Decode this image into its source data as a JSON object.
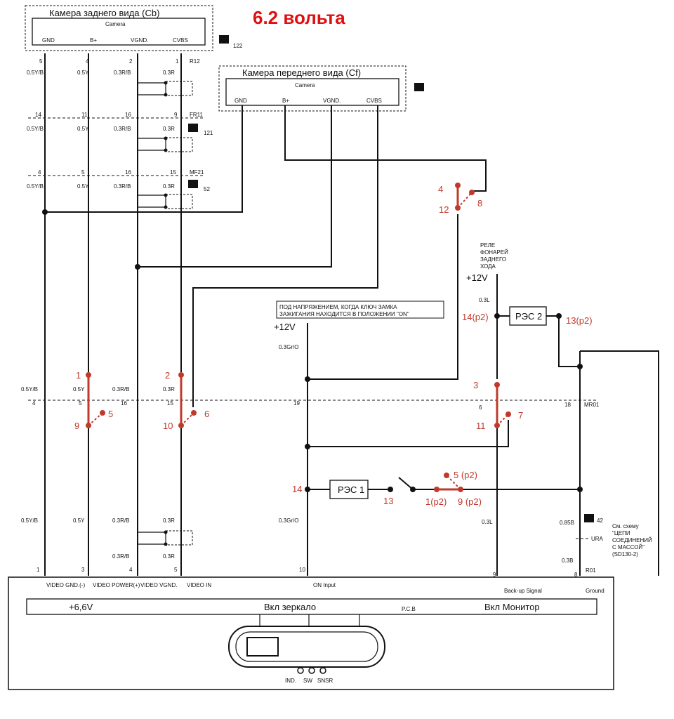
{
  "title": "6.2 вольта",
  "rear_camera": {
    "label": "Камера заднего вида (Cb)",
    "camera_label": "Camera",
    "pins": [
      "GND",
      "B+",
      "VGND.",
      "CVBS"
    ],
    "pin_numbers": [
      "5",
      "4",
      "2",
      "1"
    ],
    "connector": "R12",
    "ref": "122"
  },
  "front_camera": {
    "label": "Камера переднего вида (Cf)",
    "camera_label": "Camera",
    "pins": [
      "GND",
      "B+",
      "VGND.",
      "CVBS"
    ]
  },
  "wires": {
    "gnd": "0.5Y/B",
    "power": "0.5Y",
    "vgnd": "0.3R/B",
    "video": "0.3R",
    "on": "0.3Gr/O",
    "backup": "0.3L",
    "ground_wire": "0.85B",
    "ground_wire2": "0.3B"
  },
  "connectors": {
    "fr11": {
      "name": "FR11",
      "pins": [
        "14",
        "11",
        "16",
        "9"
      ],
      "ref": "121"
    },
    "mf21": {
      "name": "MF21",
      "pins": [
        "4",
        "5",
        "16",
        "15"
      ],
      "ref": "52"
    },
    "mr01": {
      "name": "MR01",
      "pins": [
        "4",
        "5",
        "16",
        "15",
        "19",
        "6",
        "18"
      ]
    },
    "r01": {
      "name": "R01",
      "pins": [
        "1",
        "3",
        "4",
        "5",
        "10",
        "9",
        "8"
      ]
    },
    "ref42": "42"
  },
  "relay_lamp": {
    "label_lines": [
      "РЕЛЕ",
      "ФОНАРЕЙ",
      "ЗАДНЕГО",
      "ХОДА"
    ],
    "voltage": "+12V"
  },
  "ignition": {
    "label_lines": [
      "ПОД НАПРЯЖЕНИЕМ, КОГДА КЛЮЧ ЗАМКА",
      "ЗАЖИГАНИЯ НАХОДИТСЯ В ПОЛОЖЕНИИ \"ON\""
    ],
    "voltage": "+12V"
  },
  "relays": {
    "rec1": "РЭС 1",
    "rec2": "РЭС 2"
  },
  "ground_note": {
    "label": "URA",
    "lines": [
      "См. схему",
      "\"ЦЕПИ",
      "СОЕДИНЕНИЙ",
      "С МАССОЙ\"",
      "(SD130-2)"
    ]
  },
  "red_labels": {
    "r1": "1",
    "r2": "2",
    "r3": "3",
    "r4": "4",
    "r5": "5",
    "r6": "6",
    "r7": "7",
    "r8": "8",
    "r9": "9",
    "r10": "10",
    "r11": "11",
    "r12": "12",
    "r13": "13",
    "r14": "14",
    "p14": "14(p2)",
    "p13": "13(p2)",
    "p5": "5 (p2)",
    "p1": "1(p2)",
    "p9": "9 (p2)"
  },
  "mirror": {
    "terminals": [
      "VIDEO GND.(-)",
      "VIDEO POWER(+)",
      "VIDEO VGND.",
      "VIDEO IN",
      "ON Input",
      "Back-up Signal",
      "Ground"
    ],
    "voltage_note": "+6,6V",
    "mirror_on": "Вкл зеркало",
    "pcb": "P.C.B",
    "monitor_on": "Вкл Монитор",
    "bottom_labels": [
      "IND.",
      "SW",
      "SNSR"
    ]
  }
}
